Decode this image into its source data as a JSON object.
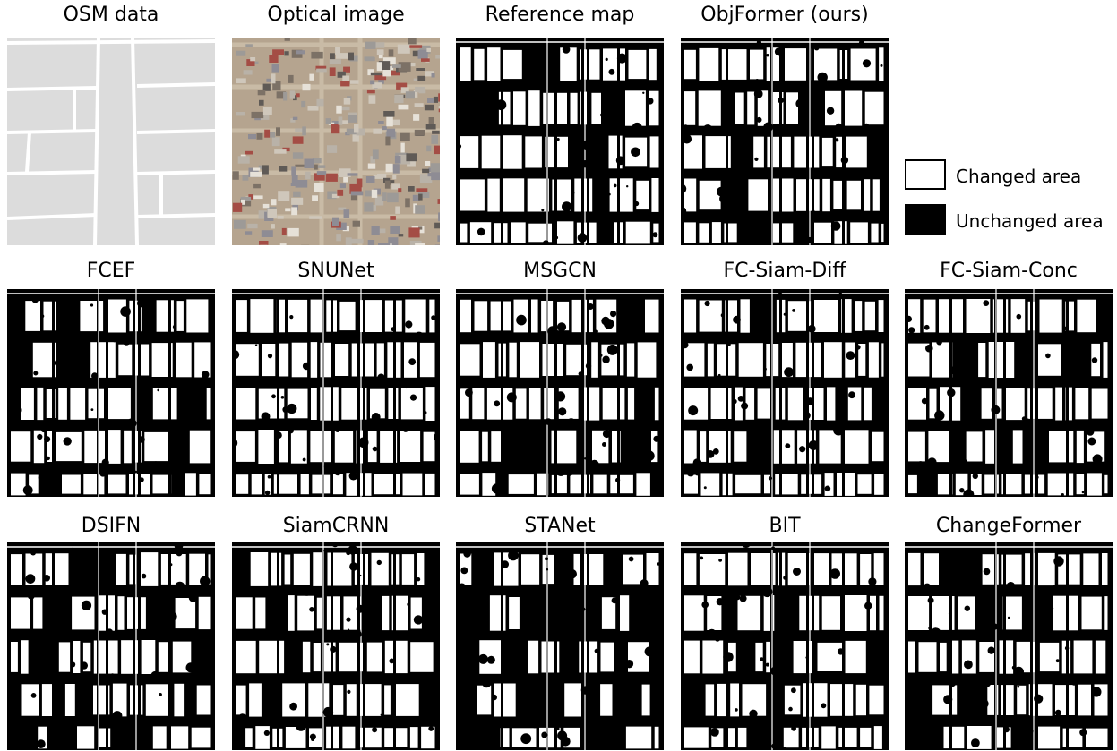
{
  "figure": {
    "rows": [
      [
        "OSM data",
        "Optical image",
        "Reference map",
        "ObjFormer (ours)"
      ],
      [
        "FCEF",
        "SNUNet",
        "MSGCN",
        "FC-Siam-Diff",
        "FC-Siam-Conc"
      ],
      [
        "DSIFN",
        "SiamCRNN",
        "STANet",
        "BIT",
        "ChangeFormer"
      ]
    ],
    "panel_kinds": [
      [
        "osm",
        "optical",
        "map",
        "map"
      ],
      [
        "map",
        "map",
        "map",
        "map",
        "map"
      ],
      [
        "map",
        "map",
        "map",
        "map",
        "map"
      ]
    ]
  },
  "legend": {
    "changed_label": "Changed area",
    "unchanged_label": "Unchanged area",
    "changed_color": "#ffffff",
    "unchanged_color": "#000000"
  }
}
